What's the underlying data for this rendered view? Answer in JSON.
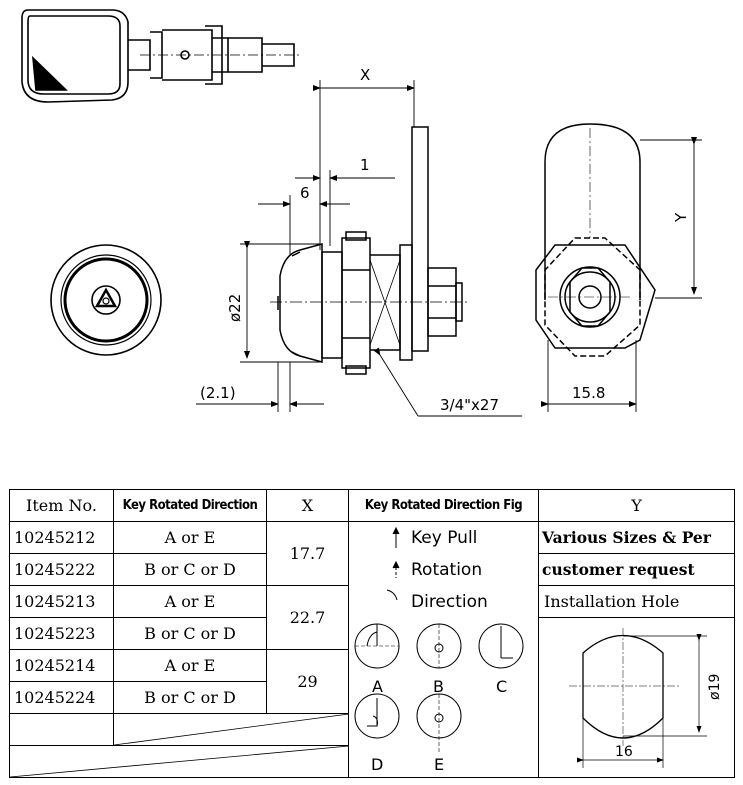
{
  "drawing": {
    "dim_x": "X",
    "dim_1": "1",
    "dim_6": "6",
    "dim_y": "Y",
    "dim_22": "ø22",
    "dim_21": "(2.1)",
    "dim_thread": "3/4\"x27",
    "dim_158": "15.8"
  },
  "table": {
    "headers": {
      "item": "Item No.",
      "direction": "Key Rotated Direction",
      "x": "X",
      "fig": "Key Rotated Direction Fig",
      "y": "Y"
    },
    "rows": [
      {
        "item": "10245212",
        "direction": "A or E"
      },
      {
        "item": "10245222",
        "direction": "B or C or D"
      },
      {
        "item": "10245213",
        "direction": "A or E"
      },
      {
        "item": "10245223",
        "direction": "B or C or D"
      },
      {
        "item": "10245214",
        "direction": "A or E"
      },
      {
        "item": "10245224",
        "direction": "B or C or D"
      }
    ],
    "x_values": [
      "17.7",
      "22.7",
      "29"
    ],
    "y_text": {
      "line1": "Various Sizes & Per",
      "line2": "customer request",
      "line3": "Installation Hole"
    },
    "legend": {
      "key_pull": "Key Pull",
      "rotation": "Rotation",
      "direction": "Direction"
    },
    "fig_labels": [
      "A",
      "B",
      "C",
      "D",
      "E"
    ],
    "hole": {
      "dia": "ø19",
      "width": "16"
    }
  }
}
